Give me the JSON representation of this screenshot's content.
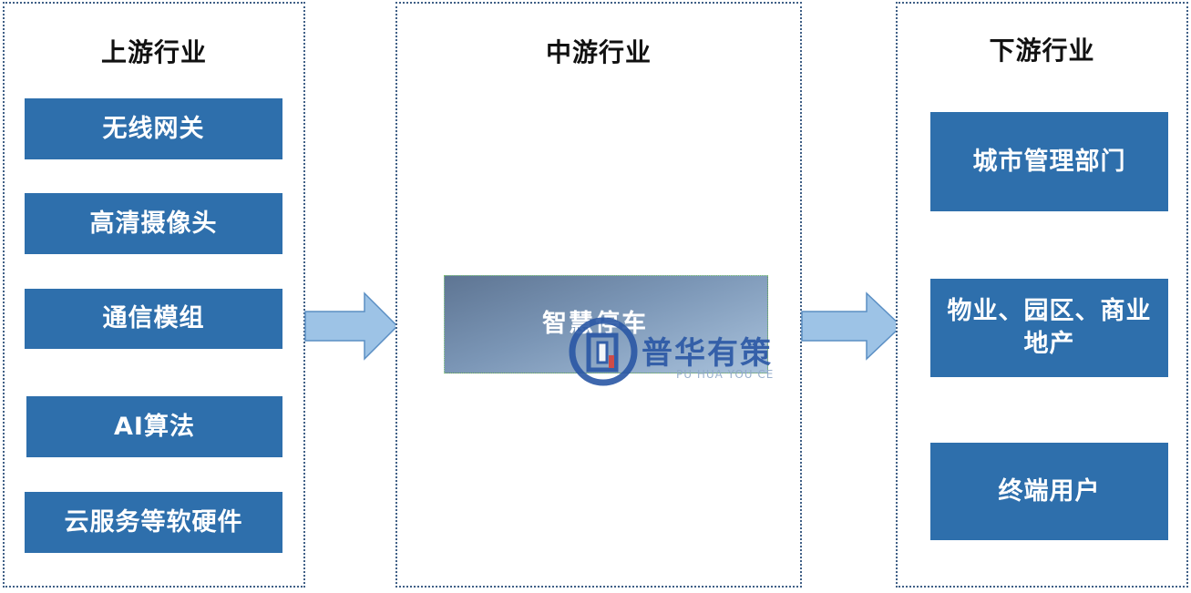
{
  "upstream": {
    "title": "上游行业",
    "items": [
      "无线网关",
      "高清摄像头",
      "通信模组",
      "AI算法",
      "云服务等软硬件"
    ]
  },
  "midstream": {
    "title": "中游行业",
    "center": "智慧停车"
  },
  "downstream": {
    "title": "下游行业",
    "items": [
      "城市管理部门",
      "物业、园区、商业地产",
      "终端用户"
    ]
  },
  "watermark": {
    "name": "普华有策",
    "sub": "PU HUA YOU CE"
  },
  "colors": {
    "box": "#2e6fac",
    "arrow": "#9dc3e6",
    "border": "#3f5f86"
  }
}
